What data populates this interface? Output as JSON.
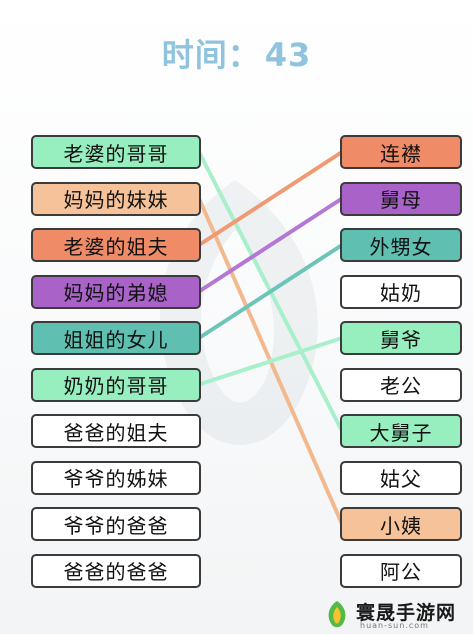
{
  "header": {
    "time_label": "时间：",
    "time_value": "43"
  },
  "left_items": [
    {
      "label": "老婆的哥哥",
      "color": "#97efc0"
    },
    {
      "label": "妈妈的妹妹",
      "color": "#f5c29a"
    },
    {
      "label": "老婆的姐夫",
      "color": "#ef8b67"
    },
    {
      "label": "妈妈的弟媳",
      "color": "#a862c8"
    },
    {
      "label": "姐姐的女儿",
      "color": "#5fc0b2"
    },
    {
      "label": "奶奶的哥哥",
      "color": "#97efc0"
    },
    {
      "label": "爸爸的姐夫",
      "color": "#ffffff"
    },
    {
      "label": "爷爷的姊妹",
      "color": "#ffffff"
    },
    {
      "label": "爷爷的爸爸",
      "color": "#ffffff"
    },
    {
      "label": "爸爸的爸爸",
      "color": "#ffffff"
    }
  ],
  "right_items": [
    {
      "label": "连襟",
      "color": "#ef8b67"
    },
    {
      "label": "舅母",
      "color": "#a862c8"
    },
    {
      "label": "外甥女",
      "color": "#5fc0b2"
    },
    {
      "label": "姑奶",
      "color": "#ffffff"
    },
    {
      "label": "舅爷",
      "color": "#97efc0"
    },
    {
      "label": "老公",
      "color": "#ffffff"
    },
    {
      "label": "大舅子",
      "color": "#97efc0"
    },
    {
      "label": "姑父",
      "color": "#ffffff"
    },
    {
      "label": "小姨",
      "color": "#f5c29a"
    },
    {
      "label": "阿公",
      "color": "#ffffff"
    }
  ],
  "connections": [
    {
      "from": 0,
      "to": 6,
      "color": "#a8f0cc"
    },
    {
      "from": 1,
      "to": 8,
      "color": "#f2b98f"
    },
    {
      "from": 2,
      "to": 0,
      "color": "#ef9a72"
    },
    {
      "from": 3,
      "to": 1,
      "color": "#b577d6"
    },
    {
      "from": 4,
      "to": 2,
      "color": "#6cc5b8"
    },
    {
      "from": 5,
      "to": 4,
      "color": "#a8f0cc"
    }
  ],
  "watermark": {
    "brand": "寰晟手游网",
    "url": "huan-sun.com"
  }
}
